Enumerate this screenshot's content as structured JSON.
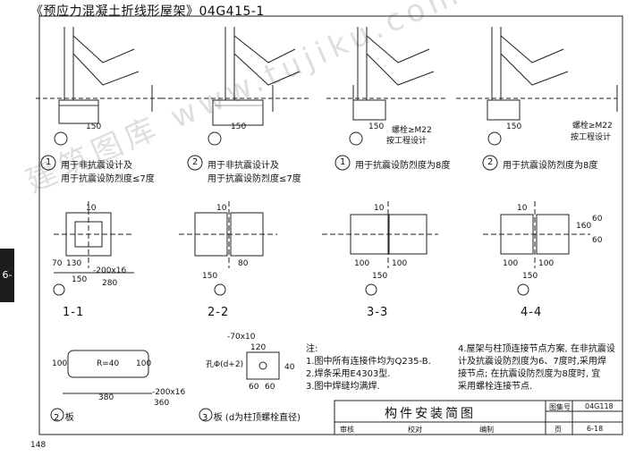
{
  "header": {
    "title": "《预应力混凝土折线形屋架》04G415-1"
  },
  "side_tab": {
    "label": "6-"
  },
  "watermark": {
    "text": "建筑图库 www.tujiku.com"
  },
  "details_top": [
    {
      "caption_num": "1",
      "line1": "用于非抗震设计及",
      "line2": "用于抗震设防烈度≤7度"
    },
    {
      "caption_num": "2",
      "line1": "用于非抗震设计及",
      "line2": "用于抗震设防烈度≤7度"
    },
    {
      "caption_num": "1",
      "line1": "用于抗震设防烈度为8度",
      "line2": ""
    },
    {
      "caption_num": "2",
      "line1": "用于抗震设防烈度为8度",
      "line2": ""
    }
  ],
  "callouts": {
    "bolt": "螺栓≥M22",
    "per_design": "按工程设计",
    "d16": "16",
    "d150": "150"
  },
  "sections": [
    {
      "label": "1-1",
      "dims": [
        "10",
        "70",
        "130",
        "-200x16",
        "150",
        "280"
      ]
    },
    {
      "label": "2-2",
      "dims": [
        "10",
        "150",
        "80"
      ]
    },
    {
      "label": "3-3",
      "dims": [
        "10",
        "100",
        "100",
        "150"
      ]
    },
    {
      "label": "4-4",
      "dims": [
        "10",
        "100",
        "100",
        "150",
        "160",
        "60",
        "60"
      ]
    }
  ],
  "plates": {
    "plate2": {
      "label": "板",
      "num": "2",
      "r": "R=40",
      "w1": "380",
      "w2": "360",
      "t": "-200x16",
      "h": "100",
      "h2": "100"
    },
    "plate3": {
      "label": "板 (d为柱顶螺栓直径)",
      "num": "3",
      "spec": "-70x10",
      "w": "120",
      "hole": "孔Φ(d+2)",
      "a": "60",
      "b": "60",
      "c": "40"
    }
  },
  "notes": {
    "heading": "注:",
    "items": [
      "1.图中所有连接件均为Q235-B.",
      "2.焊条采用E4303型.",
      "3.图中焊缝均满焊."
    ],
    "item4": [
      "4.屋架与柱顶连接节点方案, 在非抗震设",
      "计及抗震设防烈度为6、7度时,采用焊",
      "接节点; 在抗震设防烈度为8度时, 宜",
      "采用螺栓连接节点."
    ]
  },
  "title_block": {
    "drawing_title": "构件安装简图",
    "atlas_label": "图集号",
    "atlas_no": "04G118",
    "page_label": "页",
    "page_no": "6-18",
    "review_label": "审核",
    "check_label": "校对",
    "design_label": "编制"
  },
  "page_number": "148"
}
